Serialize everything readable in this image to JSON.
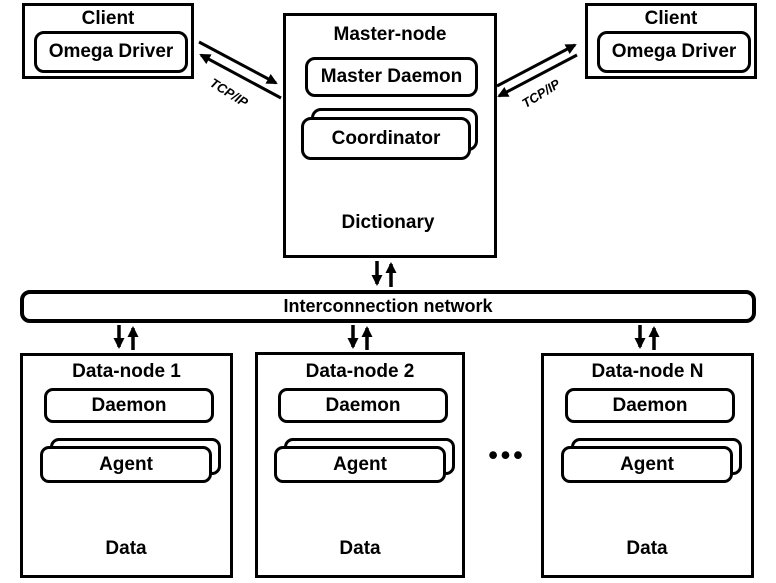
{
  "diagram": {
    "client_left": {
      "title": "Client",
      "driver": "Omega Driver"
    },
    "client_right": {
      "title": "Client",
      "driver": "Omega Driver"
    },
    "links": {
      "tcp_left": "TCP/IP",
      "tcp_right": "TCP/IP"
    },
    "master": {
      "title": "Master-node",
      "daemon": "Master Daemon",
      "coordinator": "Coordinator",
      "dictionary": "Dictionary"
    },
    "network": {
      "label": "Interconnection network"
    },
    "ellipsis": "•••",
    "data_nodes": [
      {
        "title": "Data-node 1",
        "daemon": "Daemon",
        "agent": "Agent",
        "data": "Data"
      },
      {
        "title": "Data-node 2",
        "daemon": "Daemon",
        "agent": "Agent",
        "data": "Data"
      },
      {
        "title": "Data-node N",
        "daemon": "Daemon",
        "agent": "Agent",
        "data": "Data"
      }
    ],
    "colors": {
      "line": "#000000",
      "background": "#ffffff"
    }
  }
}
